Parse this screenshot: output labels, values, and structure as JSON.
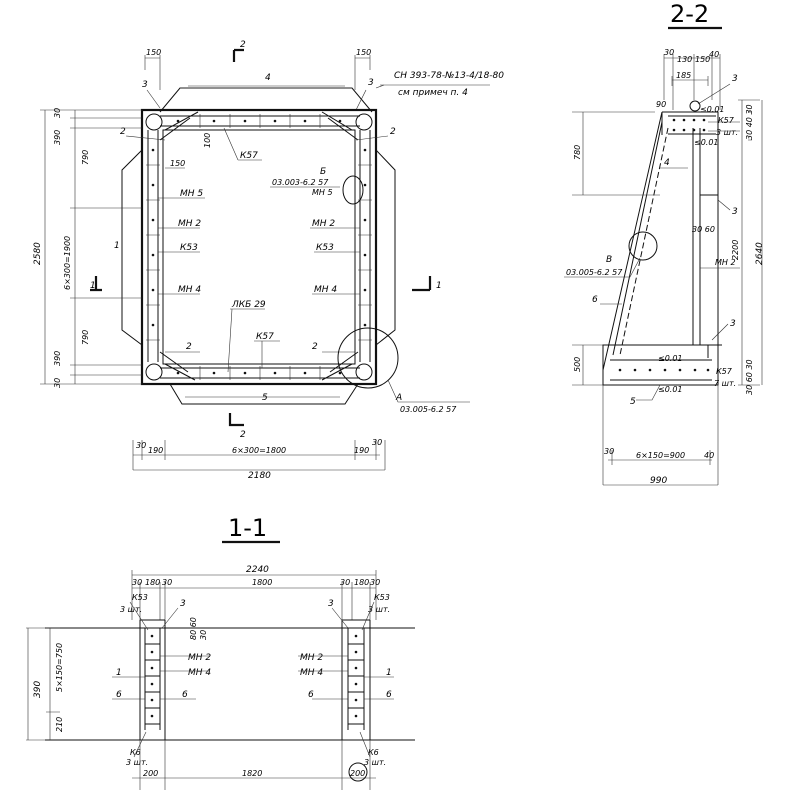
{
  "plan": {
    "section_mark_2": "2",
    "dim_top_left": "150",
    "dim_top_right": "150",
    "callout_3_left": "3",
    "callout_3_right": "3",
    "callout_4": "4",
    "note_reference": "СН 393-78-№13-4/18-80",
    "note_see": "см примеч п. 4",
    "label_2_tl": "2",
    "label_2_tr": "2",
    "label_2_bl": "2",
    "label_2_br": "2",
    "label_1": "1",
    "label_5": "5",
    "k57_top": "К57",
    "k57_bottom": "К57",
    "dim_100": "100",
    "dim_150": "150",
    "mn5": "МН 5",
    "mn2_left": "МН 2",
    "mn2_right": "МН 2",
    "k53_left": "К53",
    "k53_right": "К53",
    "mn4_left": "МН 4",
    "mn4_right": "МН 4",
    "label_b": "Б",
    "note_b": "03.003-6.2  57",
    "mn5_right": "МН 5",
    "lkb": "ЛКБ 29",
    "label_a": "А",
    "note_a": "03.005-6.2  57",
    "section_mark_1": "1",
    "dim_2580": "2580",
    "dim_6x300_1900": "6×300=1900",
    "dim_30_a": "30",
    "dim_390_a": "390",
    "dim_790_a": "790",
    "dim_790_b": "790",
    "dim_390_b": "390",
    "dim_30_b": "30",
    "bottom_30_l": "30",
    "bottom_190_l": "190",
    "bottom_6x300": "6×300=1800",
    "bottom_190_r": "190",
    "bottom_30_r": "30",
    "bottom_2180": "2180"
  },
  "sec22": {
    "title": "2-2",
    "d30": "30",
    "d130": "130",
    "d150": "150",
    "d40": "40",
    "d185": "185",
    "c3_top": "3",
    "c3_mid": "3",
    "c3_bot": "3",
    "d90": "90",
    "r001a": "≤0.01",
    "r001b": "≤0.01",
    "r001c": "≤0.01",
    "r001d": "≤0.01",
    "k57_top": "К57",
    "sht3": "3 шт.",
    "k57_bot": "К57",
    "sht7": "7 шт.",
    "d780": "780",
    "d30_40_30": "30 40 30",
    "label_4": "4",
    "d30_60": "30 60",
    "d2200": "2200",
    "d2640": "2640",
    "label_b": "В",
    "note_b": "03.005-6.2  57",
    "mn2": "МН 2",
    "label_6": "6",
    "d500": "500",
    "d30_60_30": "30 60 30",
    "label_5": "5",
    "b30": "30",
    "b6x150": "6×150=900",
    "b40": "40",
    "b990": "990"
  },
  "sec11": {
    "title": "1-1",
    "d2240": "2240",
    "l30": "30",
    "l180": "180",
    "l30b": "30",
    "d1800": "1800",
    "r30": "30",
    "r180": "180",
    "r30b": "30",
    "k53_l": "К53",
    "sht3_l": "3 шт.",
    "k53_r": "К53",
    "sht3_r": "3 шт.",
    "c3_l": "3",
    "c3_r": "3",
    "d80_60": "80 60",
    "d30_l": "30",
    "mn2_l": "МН 2",
    "mn4_l": "МН 4",
    "mn2_r": "МН 2",
    "mn4_r": "МН 4",
    "c1_l": "1",
    "c1_r": "1",
    "c6_l": "6",
    "c6_l2": "6",
    "c6_r": "6",
    "c6_r2": "6",
    "d390": "390",
    "d5x150": "5×150=750",
    "d210": "210",
    "k6_l": "К6",
    "sht3b_l": "3 шт.",
    "k6_r": "К6",
    "sht3b_r": "3 шт.",
    "b200_l": "200",
    "b1820": "1820",
    "b200_r": "200"
  }
}
